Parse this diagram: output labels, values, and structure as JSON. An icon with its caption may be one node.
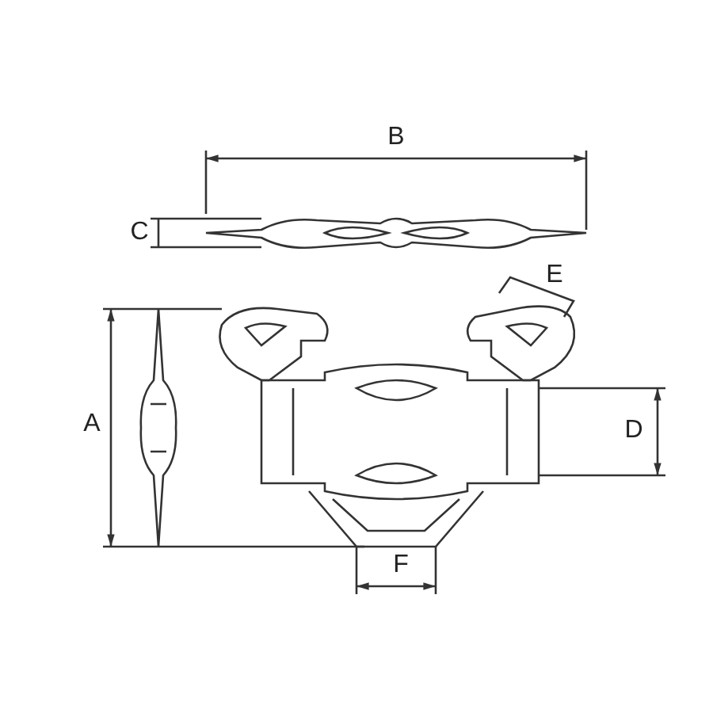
{
  "diagram": {
    "labels": [
      "B",
      "C",
      "E",
      "A",
      "D",
      "F"
    ]
  }
}
